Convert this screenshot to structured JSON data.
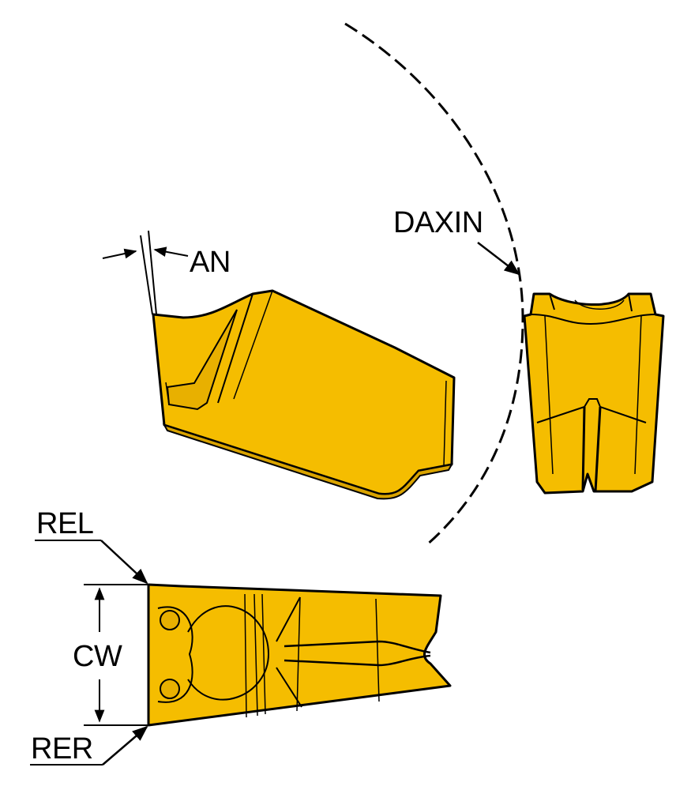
{
  "labels": {
    "an": "AN",
    "daxin": "DAXIN",
    "rel": "REL",
    "cw": "CW",
    "rer": "RER"
  },
  "colors": {
    "insert_fill": "#F5BD00",
    "insert_shade": "#D9A300",
    "outline": "#000000"
  },
  "views": [
    "side-view",
    "end-view",
    "top-view"
  ]
}
